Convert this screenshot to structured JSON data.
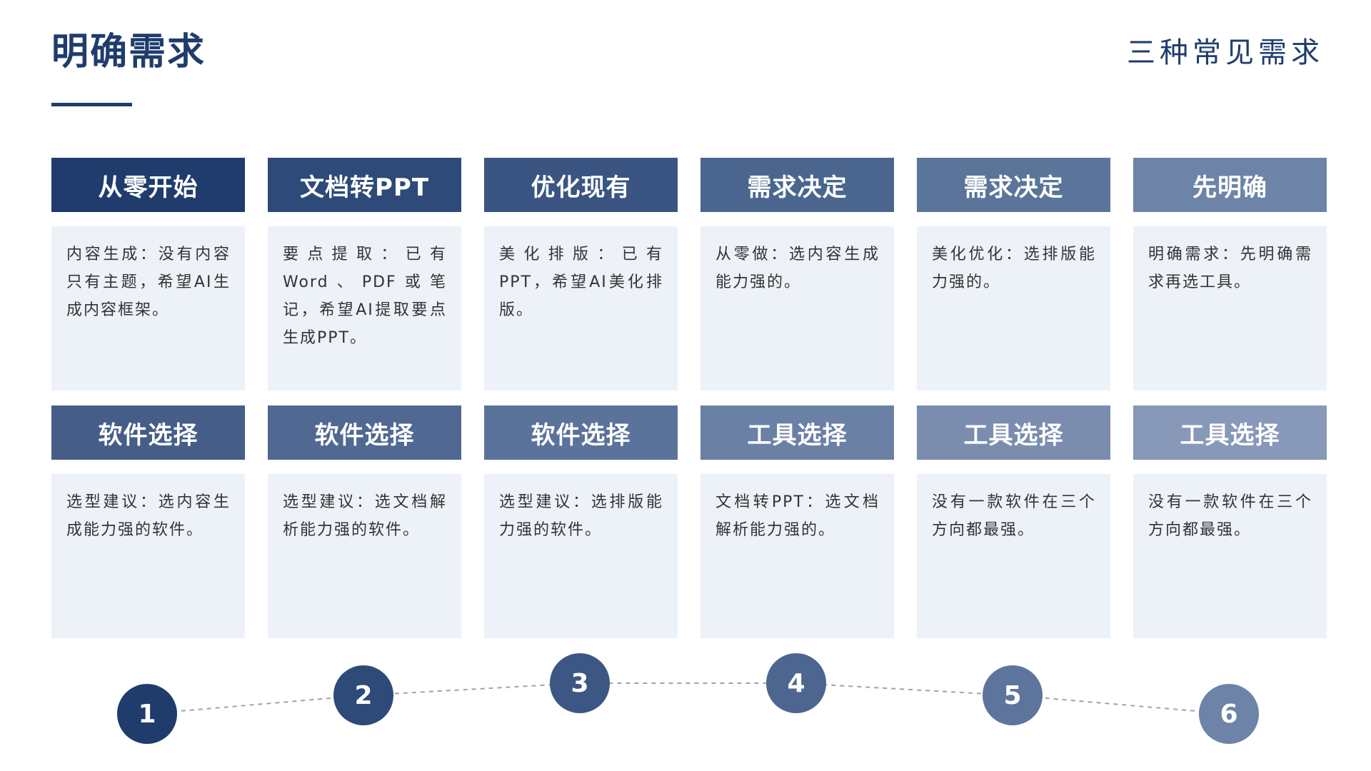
{
  "title": "明确需求",
  "subtitle": "三种常见需求",
  "colors": {
    "primary": "#1f3c6d",
    "card_bg": "#edf1f8",
    "header_colors_row1": [
      "#1f3c6d",
      "#2d4a78",
      "#3a5582",
      "#4a668f",
      "#5a7599",
      "#6d84a8"
    ],
    "header_colors_row2": [
      "#455d87",
      "#506892",
      "#5b729b",
      "#6b80a5",
      "#7a8daf",
      "#8798b9"
    ],
    "circle_colors": [
      "#1f3c6d",
      "#2d4a78",
      "#3d5784",
      "#4d6690",
      "#5d759c",
      "#6d84a8"
    ]
  },
  "row1": [
    {
      "header": "从零开始",
      "body": "内容生成：没有内容只有主题，希望AI生成内容框架。"
    },
    {
      "header": "文档转PPT",
      "body": "要点提取：已有Word、PDF或笔记，希望AI提取要点生成PPT。"
    },
    {
      "header": "优化现有",
      "body": "美化排版：已有PPT，希望AI美化排版。"
    },
    {
      "header": "需求决定",
      "body": "从零做：选内容生成能力强的。"
    },
    {
      "header": "需求决定",
      "body": "美化优化：选排版能力强的。"
    },
    {
      "header": "先明确",
      "body": "明确需求：先明确需求再选工具。"
    }
  ],
  "row2": [
    {
      "header": "软件选择",
      "body": "选型建议：选内容生成能力强的软件。"
    },
    {
      "header": "软件选择",
      "body": "选型建议：选文档解析能力强的软件。"
    },
    {
      "header": "软件选择",
      "body": "选型建议：选排版能力强的软件。"
    },
    {
      "header": "工具选择",
      "body": "文档转PPT：选文档解析能力强的。"
    },
    {
      "header": "工具选择",
      "body": "没有一款软件在三个方向都最强。"
    },
    {
      "header": "工具选择",
      "body": "没有一款软件在三个方向都最强。"
    }
  ],
  "steps": [
    "1",
    "2",
    "3",
    "4",
    "5",
    "6"
  ]
}
